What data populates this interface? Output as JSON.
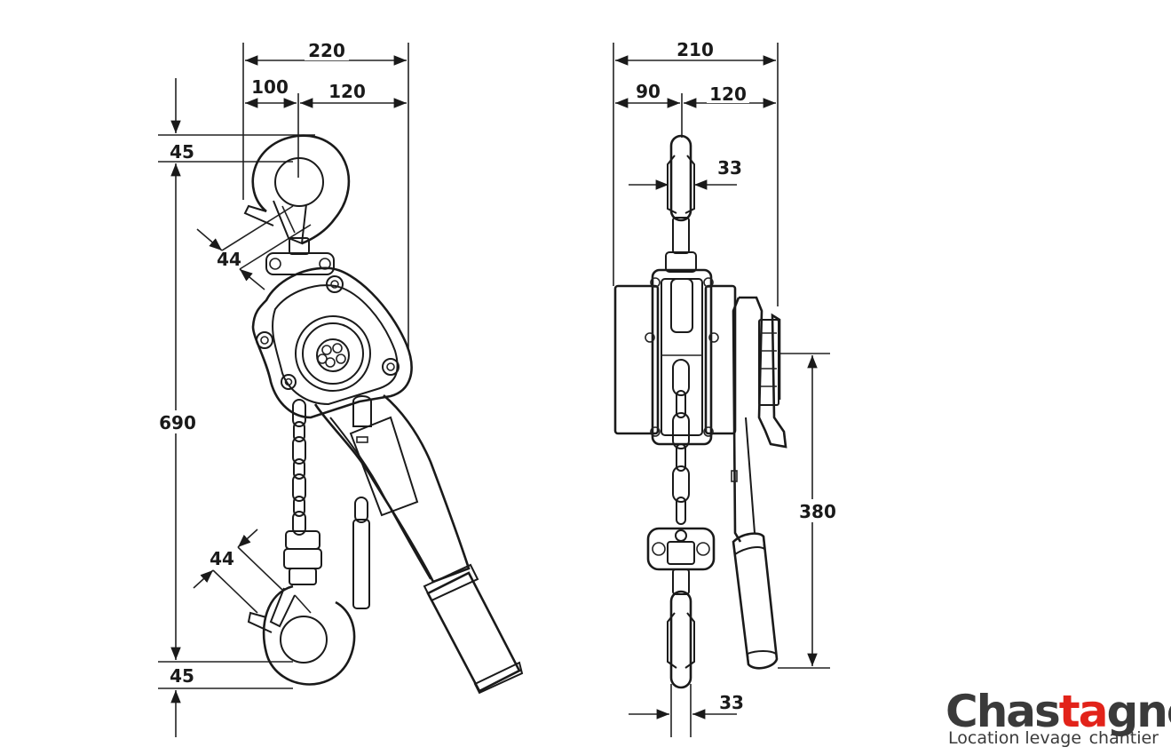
{
  "front_view": {
    "dims": {
      "overall_width": "220",
      "left_width": "100",
      "right_width": "120",
      "top_hook": "45",
      "bottom_hook": "45",
      "total_height": "690",
      "upper_hook_opening": "44",
      "lower_hook_opening": "44"
    }
  },
  "side_view": {
    "dims": {
      "overall_width": "210",
      "left_width": "90",
      "right_width": "120",
      "upper_hook_thickness": "33",
      "lower_hook_thickness": "33",
      "handle_length": "380"
    }
  },
  "logo": {
    "name_pre": "Chas",
    "name_accent": "t",
    "name_mid": "a",
    "name_post": "gner",
    "tagline_left": "Location levage",
    "tagline_right": "chantier"
  }
}
